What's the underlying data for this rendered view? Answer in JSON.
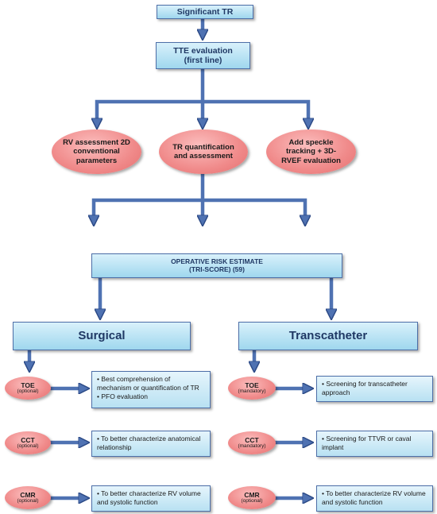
{
  "flow": {
    "significant_tr": "Significant TR",
    "tte_line1": "TTE evaluation",
    "tte_line2": "(first line)",
    "rv_assessment": "RV assessment 2D conventional parameters",
    "tr_quantification": "TR quantification and assessment",
    "speckle_tracking": "Add speckle tracking + 3D-RVEF evaluation",
    "risk_line1": "OPERATIVE RISK ESTIMATE",
    "risk_line2": "(TRI-SCORE) (59)"
  },
  "surgical": {
    "title": "Surgical",
    "rows": [
      {
        "modality": "TOE",
        "status": "(optional)",
        "bullets": [
          "• Best comprehension of",
          "mechanism or quantification of TR",
          "• PFO evaluation"
        ]
      },
      {
        "modality": "CCT",
        "status": "(optional)",
        "bullets": [
          "• To better characterize anatomical",
          "relationship"
        ]
      },
      {
        "modality": "CMR",
        "status": "(optional)",
        "bullets": [
          "• To better characterize RV volume",
          "and systolic function"
        ]
      }
    ]
  },
  "transcatheter": {
    "title": "Transcatheter",
    "rows": [
      {
        "modality": "TOE",
        "status": "(mandatory)",
        "bullets": [
          "• Screening for transcatheter",
          "approach"
        ]
      },
      {
        "modality": "CCT",
        "status": "(mandatory)",
        "bullets": [
          "• Screening for TTVR or caval",
          "implant"
        ]
      },
      {
        "modality": "CMR",
        "status": "(optional)",
        "bullets": [
          "• To better characterize RV volume",
          "and systolic function"
        ]
      }
    ]
  },
  "colors": {
    "arrow_fill": "#4f72b2",
    "arrow_stroke": "#2c4a86",
    "box_border": "#4d6fa8",
    "oval_fill": "#f08a8a"
  }
}
